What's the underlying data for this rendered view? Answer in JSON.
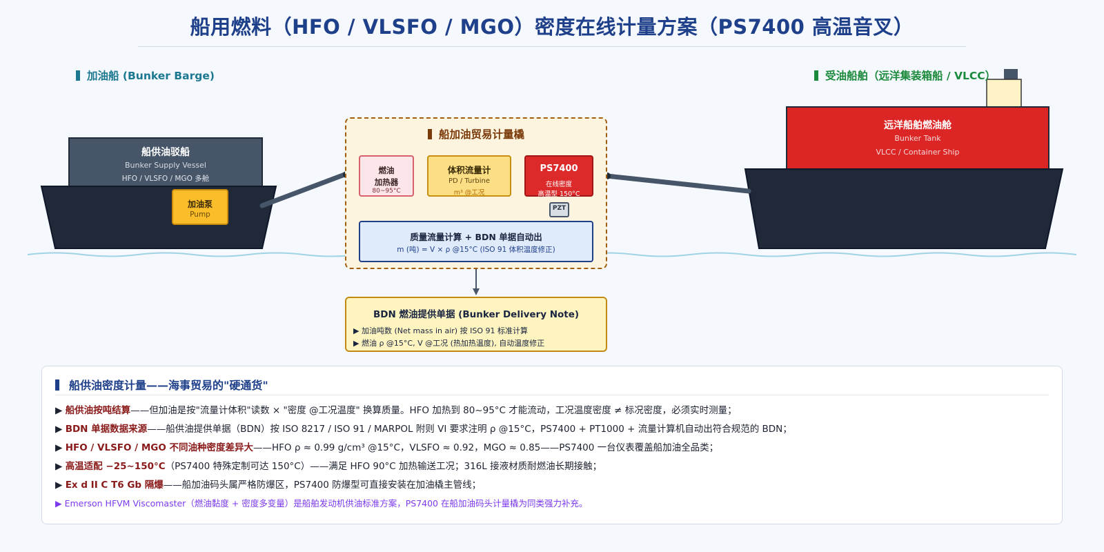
{
  "title": "船用燃料（HFO / VLSFO / MGO）密度在线计量方案（PS7400 高温音叉）",
  "barge_section": {
    "label": "加油船 (Bunker Barge)"
  },
  "ship_section": {
    "label": "受油船舶（远洋集装箱船 / VLCC）"
  },
  "barge": {
    "title": "船供油驳船",
    "subtitle": "Bunker Supply Vessel",
    "detail": "HFO / VLSFO / MGO 多舱",
    "pump_title": "加油泵",
    "pump_sub": "Pump"
  },
  "ship": {
    "title": "远洋船舶燃油舱",
    "subtitle": "Bunker Tank",
    "detail": "VLCC / Container Ship"
  },
  "skid": {
    "title": "船加油贸易计量橇",
    "heater": {
      "l1": "燃油",
      "l2": "加热器",
      "l3": "80~95°C"
    },
    "flow": {
      "l1": "体积流量计",
      "l2": "PD / Turbine",
      "l3": "m³ @工况"
    },
    "ps7400": {
      "l1": "PS7400",
      "l2": "在线密度",
      "l3": "高温型 150°C"
    },
    "pzt": "PZT",
    "mass": {
      "l1": "质量流量计算 + BDN 单据自动出",
      "l2": "m (吨) = V × ρ @15°C (ISO 91 体积温度修正)"
    }
  },
  "bdn": {
    "title": "BDN 燃油提供单据 (Bunker Delivery Note)",
    "l1": "▶ 加油吨数 (Net mass in air) 按 ISO 91 标准计算",
    "l2": "▶ 燃油 ρ @15°C, V @工况 (热加热温度), 自动温度修正"
  },
  "panel": {
    "title": "船供油密度计量——海事贸易的\"硬通货\"",
    "bullets": [
      {
        "k": "船供油按吨结算",
        "t": "——但加油是按\"流量计体积\"读数 × \"密度 @工况温度\" 换算质量。HFO 加热到 80~95°C 才能流动，工况温度密度 ≠ 标况密度，必须实时测量；"
      },
      {
        "k": "BDN 单据数据来源",
        "t": "——船供油提供单据（BDN）按 ISO 8217 / ISO 91 / MARPOL 附则 VI 要求注明 ρ @15°C，PS7400 + PT1000 + 流量计算机自动出符合规范的 BDN；"
      },
      {
        "k": "HFO / VLSFO / MGO 不同油种密度差异大",
        "t": "——HFO ρ ≈ 0.99 g/cm³ @15°C，VLSFO ≈ 0.92，MGO ≈ 0.85——PS7400 一台仪表覆盖船加油全品类；"
      },
      {
        "k": "高温适配 −25~150°C",
        "t": "（PS7400 特殊定制可达 150°C）——满足 HFO 90°C 加热输送工况；316L 接液材质耐燃油长期接触；"
      },
      {
        "k": "Ex d II C T6 Gb 隔爆",
        "t": "——船加油码头属严格防爆区，PS7400 防爆型可直接安装在加油橇主管线；"
      }
    ],
    "note": "▶ Emerson HFVM Viscomaster（燃油黏度 + 密度多变量）是船舶发动机供油标准方案，PS7400 在船加油码头计量橇为同类强力补充。"
  },
  "colors": {
    "title": "#1e3f8a",
    "hull": "#1f2937",
    "barge_house": "#475569",
    "ship_tank": "#dc2626",
    "pump": "#fbbd2a",
    "skid_border": "#a05d0e",
    "water": "#9fd3e6",
    "accent_purple": "#7c3aed"
  }
}
